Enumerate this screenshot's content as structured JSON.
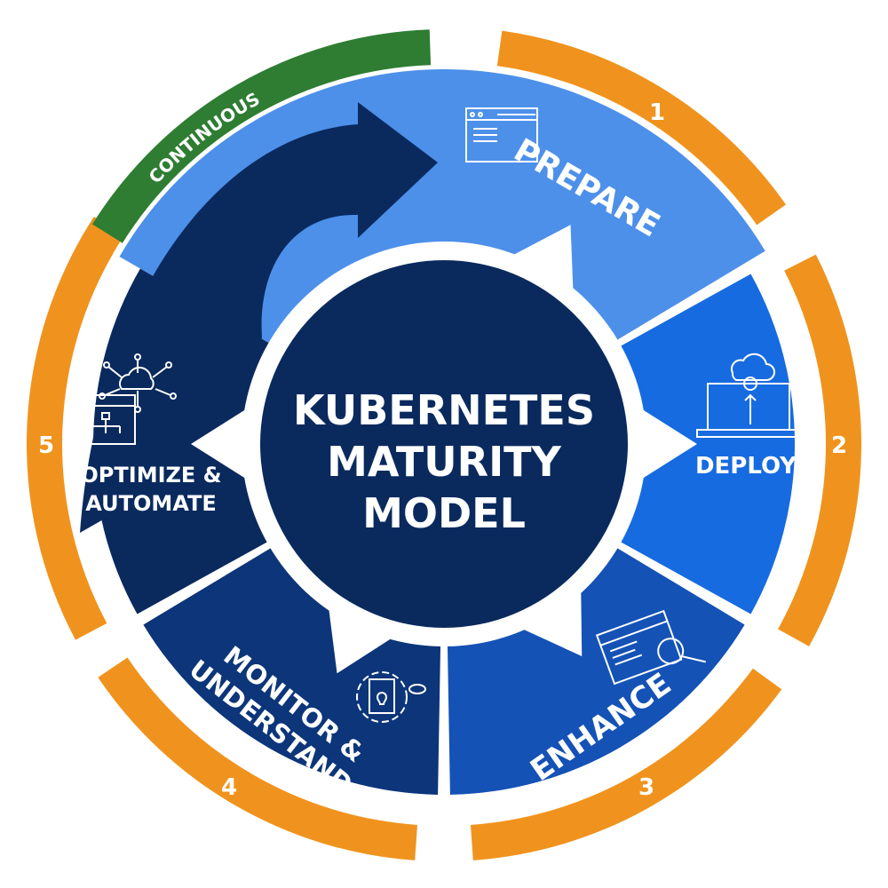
{
  "title_lines": [
    "KUBERNETES",
    "MATURITY",
    "MODEL"
  ],
  "ring_label": "CONTINUOUS",
  "stages": [
    {
      "number": "1",
      "label_lines": [
        "PREPARE"
      ],
      "color": "#4d90ea",
      "icon": "browser-window-icon"
    },
    {
      "number": "2",
      "label_lines": [
        "DEPLOY"
      ],
      "color": "#176be0",
      "icon": "laptop-cloud-upload-icon"
    },
    {
      "number": "3",
      "label_lines": [
        "ENHANCE"
      ],
      "color": "#1452b6",
      "icon": "web-page-search-icon"
    },
    {
      "number": "4",
      "label_lines": [
        "MONITOR &",
        "UNDERSTAND"
      ],
      "color": "#0c357a",
      "icon": "gear-document-eye-icon"
    },
    {
      "number": "5",
      "label_lines": [
        "OPTIMIZE &",
        "AUTOMATE"
      ],
      "color": "#0a2a5e",
      "icon": "cloud-network-icon"
    }
  ],
  "colors": {
    "ring": "#f0931e",
    "continuous": "#2e7d32",
    "center": "#0a2a5e"
  }
}
